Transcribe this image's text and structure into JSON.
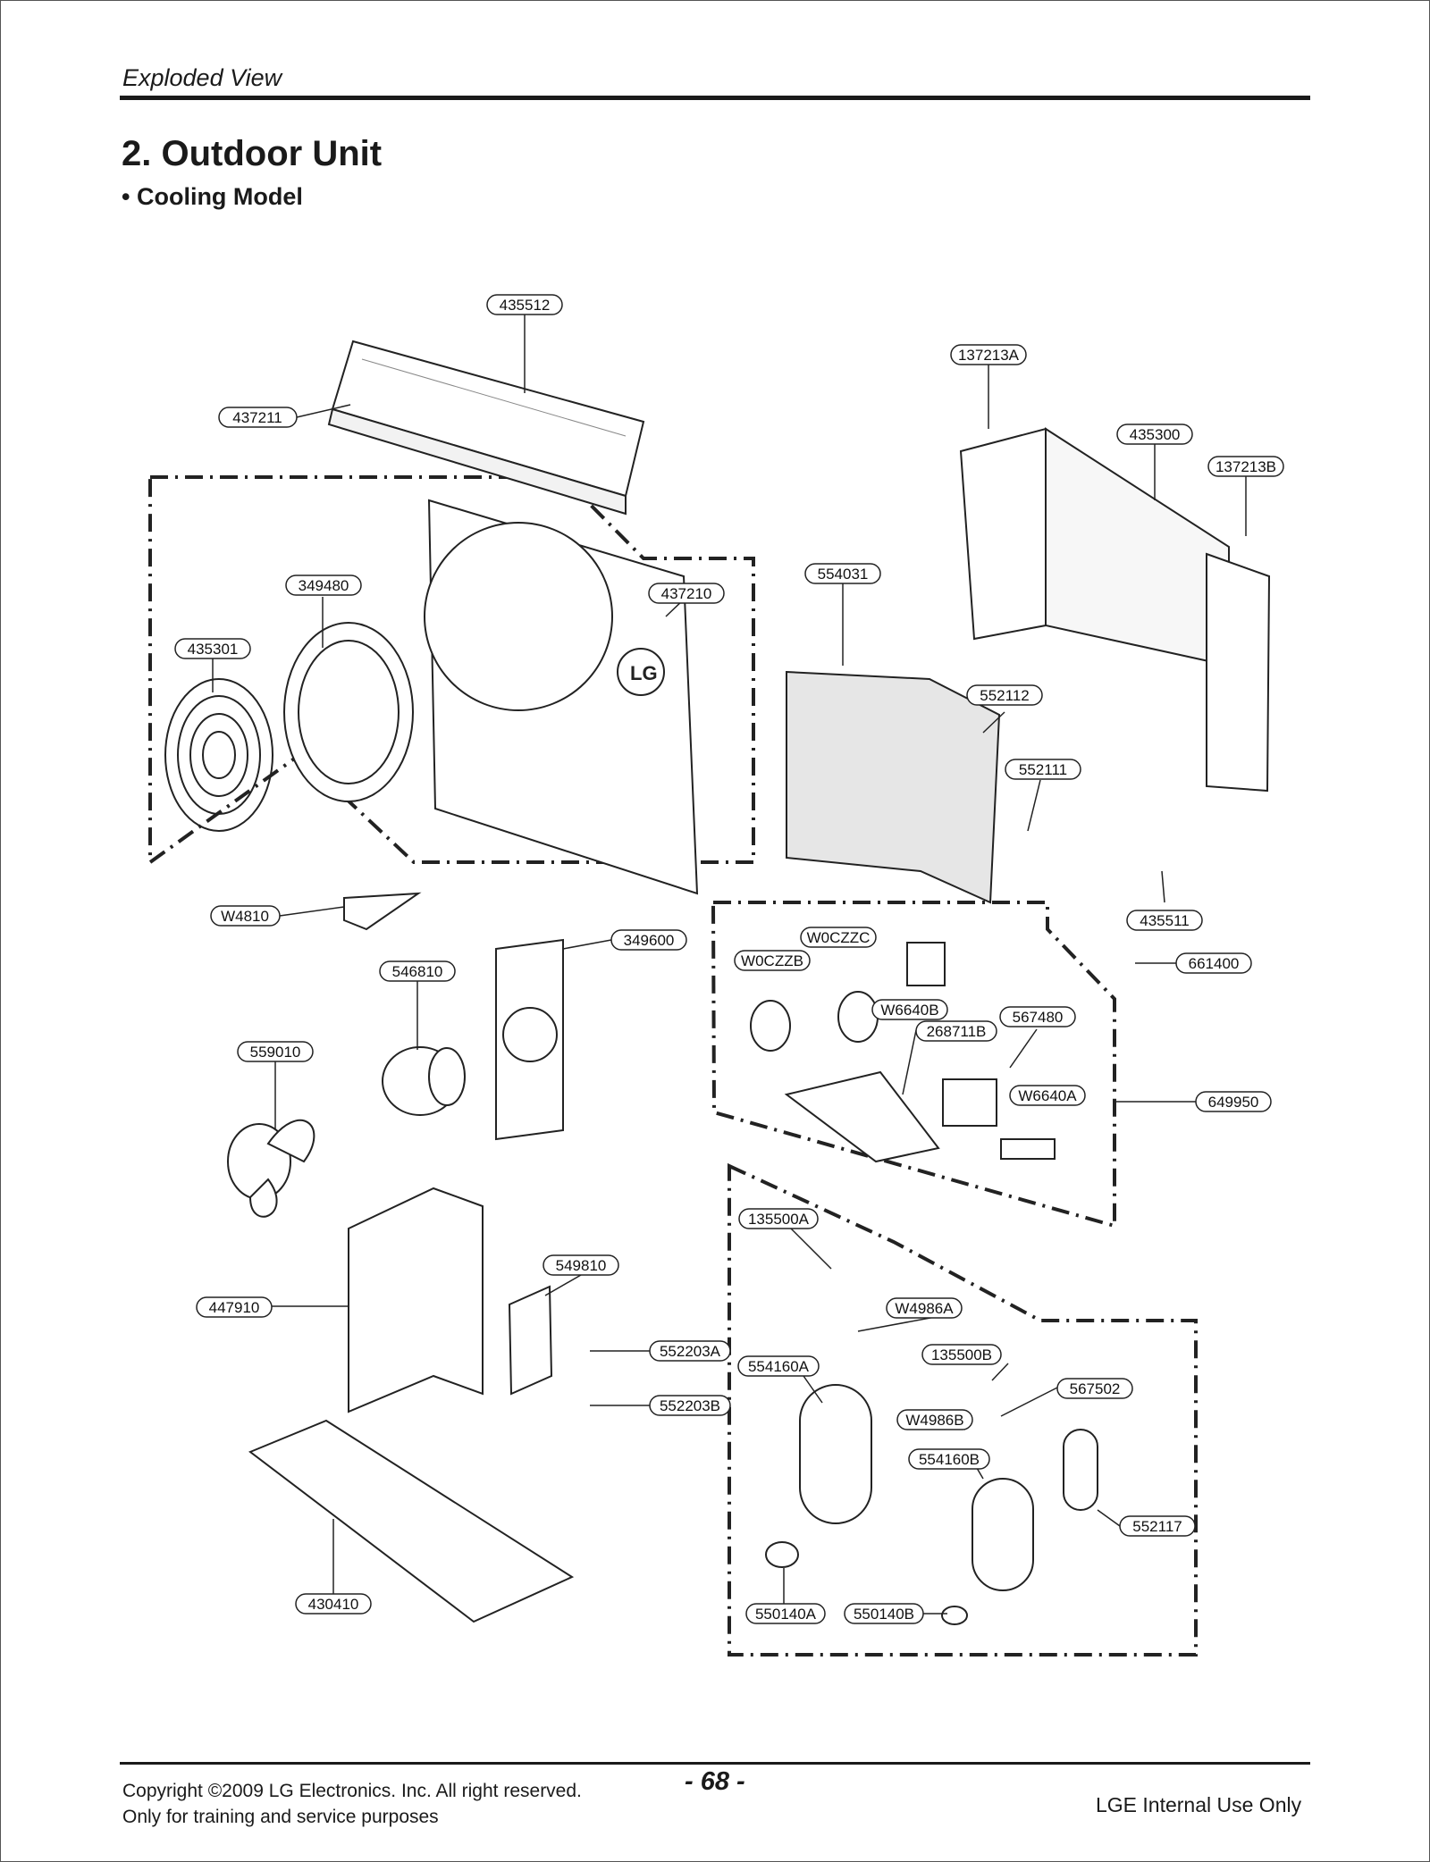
{
  "header": {
    "title": "Exploded View"
  },
  "section": {
    "title": "2. Outdoor Unit",
    "subtitle": "• Cooling Model"
  },
  "callouts": [
    "435512",
    "437211",
    "137213A",
    "435300",
    "137213B",
    "349480",
    "437210",
    "554031",
    "435301",
    "552112",
    "552111",
    "435511",
    "W4810",
    "349600",
    "W0CZZC",
    "W0CZZB",
    "661400",
    "546810",
    "W6640B",
    "567480",
    "268711B",
    "559010",
    "W6640A",
    "649950",
    "135500A",
    "549810",
    "447910",
    "W4986A",
    "552203A",
    "135500B",
    "554160A",
    "567502",
    "552203B",
    "W4986B",
    "554160B",
    "552117",
    "430410",
    "550140A",
    "550140B"
  ],
  "logo": {
    "text": "LG"
  },
  "footer": {
    "copyright": "Copyright ©2009 LG Electronics. Inc. All right reserved.",
    "purpose": "Only for training and service purposes",
    "page_number": "- 68 -",
    "internal": "LGE Internal Use Only"
  }
}
